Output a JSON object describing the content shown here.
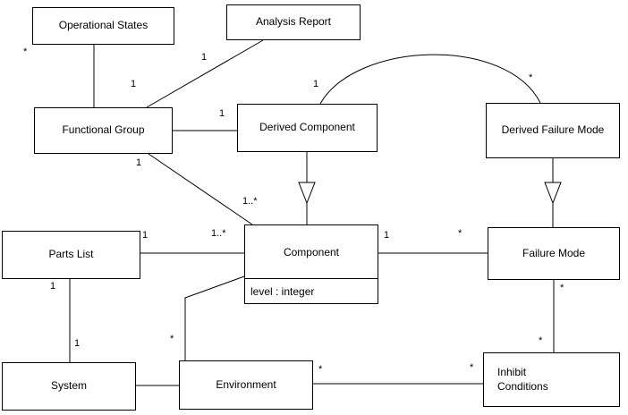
{
  "diagram": {
    "nodes": {
      "operational_states": "Operational States",
      "analysis_report": "Analysis Report",
      "functional_group": "Functional Group",
      "derived_component": "Derived Component",
      "derived_failure_mode": "Derived Failure Mode",
      "parts_list": "Parts List",
      "component": "Component",
      "failure_mode": "Failure Mode",
      "system": "System",
      "environment": "Environment",
      "inhibit_conditions": "Inhibit\nConditions"
    },
    "component_attribute": "level : integer",
    "multiplicities": {
      "os_fg_os_end": "*",
      "os_fg_fg_end": "1",
      "ar_fg_ar_end": "1",
      "fg_dc_dc_end": "1",
      "arc_dc_end": "1",
      "arc_dfm_end": "*",
      "fg_comp_fg_end": "1",
      "fg_comp_comp_end": "1..*",
      "pl_comp_pl_end": "1",
      "pl_comp_comp_end": "1..*",
      "comp_fm_comp_end": "1",
      "comp_fm_fm_end": "*",
      "pl_sys_pl_end": "1",
      "pl_sys_sys_end": "1",
      "comp_env_env_end": "*",
      "fm_ic_fm_end": "*",
      "fm_ic_ic_end": "*",
      "env_ic_env_end": "*",
      "env_ic_ic_end": "*"
    },
    "edges": [
      {
        "from": "operational_states",
        "to": "functional_group",
        "type": "association",
        "labels": [
          "*",
          "1"
        ]
      },
      {
        "from": "analysis_report",
        "to": "functional_group",
        "type": "association",
        "labels": [
          "1"
        ]
      },
      {
        "from": "functional_group",
        "to": "derived_component",
        "type": "association",
        "labels": [
          "1"
        ]
      },
      {
        "from": "derived_component",
        "to": "derived_failure_mode",
        "type": "association",
        "labels": [
          "1",
          "*"
        ]
      },
      {
        "from": "functional_group",
        "to": "component",
        "type": "association",
        "labels": [
          "1",
          "1..*"
        ]
      },
      {
        "from": "derived_component",
        "to": "component",
        "type": "generalization"
      },
      {
        "from": "derived_failure_mode",
        "to": "failure_mode",
        "type": "generalization"
      },
      {
        "from": "parts_list",
        "to": "component",
        "type": "association",
        "labels": [
          "1",
          "1..*"
        ]
      },
      {
        "from": "component",
        "to": "failure_mode",
        "type": "association",
        "labels": [
          "1",
          "*"
        ]
      },
      {
        "from": "parts_list",
        "to": "system",
        "type": "association",
        "labels": [
          "1",
          "1"
        ]
      },
      {
        "from": "component",
        "to": "environment",
        "type": "association",
        "labels": [
          "*"
        ]
      },
      {
        "from": "system",
        "to": "environment",
        "type": "association"
      },
      {
        "from": "environment",
        "to": "inhibit_conditions",
        "type": "association",
        "labels": [
          "*",
          "*"
        ]
      },
      {
        "from": "failure_mode",
        "to": "inhibit_conditions",
        "type": "association",
        "labels": [
          "*",
          "*"
        ]
      }
    ]
  }
}
